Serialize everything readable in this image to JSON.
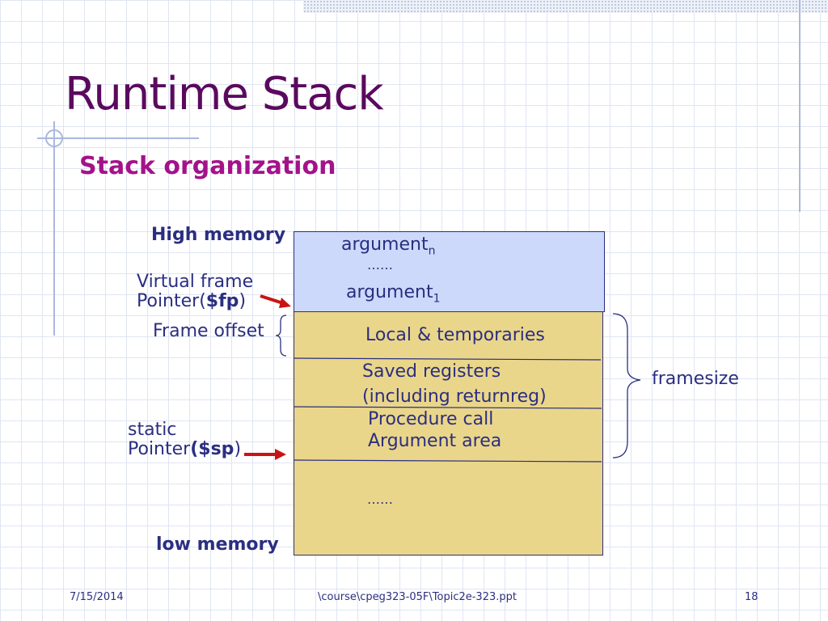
{
  "slide": {
    "title": "Runtime Stack",
    "subtitle": "Stack organization"
  },
  "labels": {
    "high_memory": "High memory",
    "virtual_frame_line1": "Virtual frame",
    "virtual_frame_line2_prefix": "Pointer(",
    "virtual_frame_reg": "$fp",
    "virtual_frame_suffix": ")",
    "frame_offset": "Frame offset",
    "static_line1": "static",
    "static_line2_prefix": "Pointer",
    "static_reg": "($sp",
    "static_suffix": ")",
    "low_memory": "low memory",
    "framesize": "framesize"
  },
  "stack": {
    "argument_n": "argument",
    "argument_n_sub": "n",
    "dots_top": "……",
    "argument_1": "argument",
    "argument_1_sub": "1",
    "local_temporaries": "Local & temporaries",
    "saved_registers_line1": "Saved registers",
    "saved_registers_line2": "(including returnreg)",
    "procedure_call_line1": "Procedure call",
    "procedure_call_line2": "Argument area",
    "dots_bottom": "……"
  },
  "footer": {
    "date": "7/15/2014",
    "path": "\\course\\cpeg323-05F\\Topic2e-323.ppt",
    "page": "18"
  },
  "colors": {
    "title": "#5a0a5e",
    "subtitle": "#a4128a",
    "text": "#2b2e80",
    "arguments_box": "#ccd9fa",
    "frame_box": "#ead68a",
    "arrow": "#c81414"
  }
}
